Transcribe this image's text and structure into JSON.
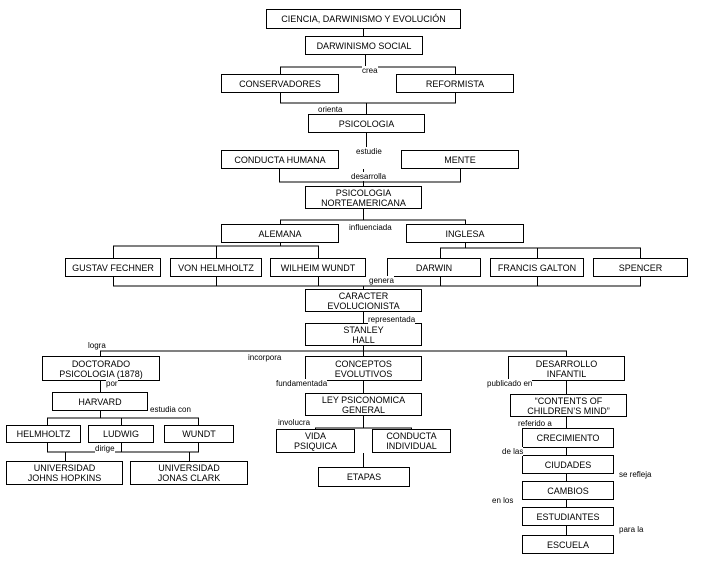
{
  "nodes": {
    "ciencia": "CIENCIA, DARWINISMO Y EVOLUCIÓN",
    "darwinismo": "DARWINISMO SOCIAL",
    "conservadores": "CONSERVADORES",
    "reformista": "REFORMISTA",
    "psicologia": "PSICOLOGIA",
    "conducta_humana": "CONDUCTA HUMANA",
    "mente": "MENTE",
    "psico_norte": "PSICOLOGIA\nNORTEAMERICANA",
    "alemana": "ALEMANA",
    "inglesa": "INGLESA",
    "fechner": "GUSTAV  FECHNER",
    "helmholtz_von": "VON HELMHOLTZ",
    "wundt_w": "WILHEIM  WUNDT",
    "darwin": "DARWIN",
    "galton": "FRANCIS GALTON",
    "spencer": "SPENCER",
    "caracter": "CARACTER\nEVOLUCIONISTA",
    "stanley": "STANLEY\nHALL",
    "doctorado": "DOCTORADO\nPSICOLOGIA  (1878)",
    "conceptos": "CONCEPTOS\nEVOLUTIVOS",
    "desarrollo": "DESARROLLO\nINFANTIL",
    "harvard": "HARVARD",
    "helmholtz": "HELMHOLTZ",
    "ludwig": "LUDWIG",
    "wundt": "WUNDT",
    "johns": "UNIVERSIDAD\nJOHNS HOPKINS",
    "jonas": "UNIVERSIDAD\nJONAS CLARK",
    "ley": "LEY PSICONOMICA\nGENERAL",
    "vida": "VIDA\nPSIQUICA",
    "conducta_ind": "CONDUCTA\nINDIVIDUAL",
    "etapas": "ETAPAS",
    "contents": "“CONTENTS OF\nCHILDREN’S MIND”",
    "crecimiento": "CRECIMIENTO",
    "ciudades": "CIUDADES",
    "cambios": "CAMBIOS",
    "estudiantes": "ESTUDIANTES",
    "escuela": "ESCUELA"
  },
  "labels": {
    "crea": "crea",
    "orienta": "orienta",
    "estudie": "estudie",
    "desarrolla": "desarrolla",
    "influenciada": "influenciada",
    "genera": "genera",
    "representada": "representada",
    "logra": "logra",
    "incorpora": "incorpora",
    "por": "por",
    "fundamentada": "fundamentada",
    "publicado_en": "publicado en",
    "estudia_con": "estudia con",
    "involucra": "involucra",
    "referido_a": "referido a",
    "dirige": "dirige",
    "de_las": "de las",
    "se_refleja": "se refleja",
    "en_los": "en los",
    "para_la": "para la"
  }
}
